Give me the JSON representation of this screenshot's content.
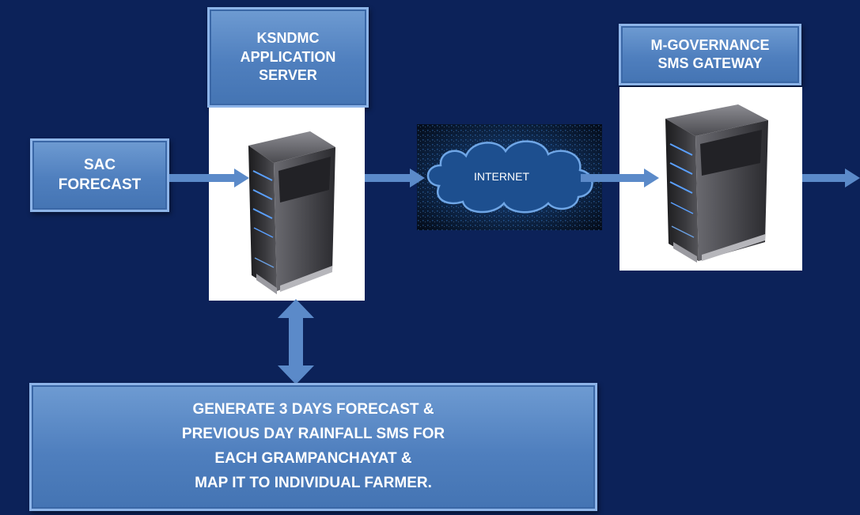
{
  "colors": {
    "background": "#0c2259",
    "box_fill": "#5585c4",
    "box_border": "#8db4e8",
    "arrow": "#5b8ac9"
  },
  "sac_box": {
    "lines": [
      "SAC",
      "FORECAST"
    ]
  },
  "ksndmc_box": {
    "lines": [
      "KSNDMC",
      "APPLICATION",
      "SERVER"
    ]
  },
  "mgov_box": {
    "lines": [
      "M-GOVERNANCE",
      "SMS GATEWAY"
    ]
  },
  "internet": {
    "label": "INTERNET"
  },
  "generate_box": {
    "lines": [
      "GENERATE 3 DAYS FORECAST &",
      "PREVIOUS DAY RAINFALL SMS FOR",
      "EACH GRAMPANCHAYAT &",
      "MAP IT TO INDIVIDUAL FARMER."
    ]
  },
  "icons": {
    "ksndmc_server": "server-tower-icon",
    "sms_gateway_server": "server-tower-icon",
    "internet": "cloud-icon"
  }
}
